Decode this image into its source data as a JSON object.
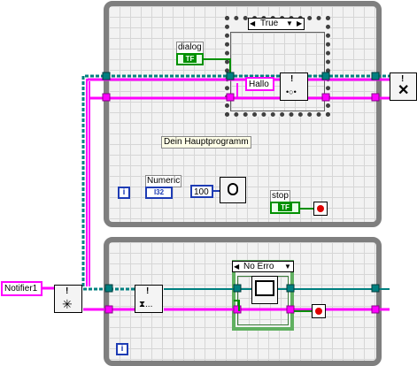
{
  "diagram": {
    "case_structure": {
      "selector": "True",
      "left_arrow": "◀",
      "right_arrow": "▶",
      "dropdown": "▼"
    },
    "error_case": {
      "selector": "No Erro",
      "left_arrow": "◀",
      "dropdown": "▼"
    },
    "dialog_control": {
      "label": "dialog",
      "type": "TF"
    },
    "hallo_constant": {
      "value": "Hallo"
    },
    "main_program_label": {
      "text": "Dein Hauptprogramm"
    },
    "numeric_indicator": {
      "label": "Numeric",
      "type": "I32"
    },
    "wait_constant": {
      "value": "100"
    },
    "stop_control": {
      "label": "stop",
      "type": "TF"
    },
    "notifier_control": {
      "label": "Notifier1"
    },
    "iteration_terminal": {
      "glyph": "i"
    },
    "colors": {
      "loop_border": "#7f7f7f",
      "notifier_wire": "#ff00ff",
      "error_wire": "#008080",
      "boolean": "#009000",
      "numeric": "#1e3cb4"
    },
    "icons": [
      "warning-icon",
      "clock-icon",
      "close-notifier-icon",
      "create-notifier-icon",
      "wait-notifier-icon",
      "dialog-box-icon",
      "stop-icon",
      "send-notification-icon"
    ]
  }
}
